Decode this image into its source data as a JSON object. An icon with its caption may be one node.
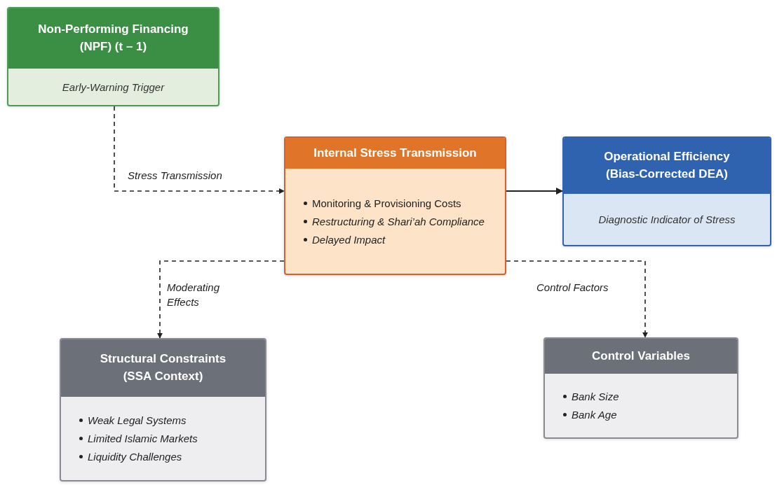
{
  "diagram": {
    "nodes": [
      {
        "text": [
          "Non-Performing Financing (NPF) (t – 1)",
          "Early-Warning Trigger"
        ]
      },
      {
        "text": [
          "Internal Stress Transmission",
          "Monitoring & Provisioning Costs",
          "Restructuring & Shari’ah Compliance",
          "Delayed Impact"
        ]
      },
      {
        "text": [
          "Operational Efficiency (Bias-Corrected DEA)",
          "Diagnostic Indicator of Stress"
        ]
      },
      {
        "text": [
          "Structural Constraints (SSA Context)",
          "Weak Legal Systems",
          "Limited Islamic Markets",
          "Liquidity Challenges"
        ]
      },
      {
        "text": [
          "Control Variables",
          "Bank Size",
          "Bank Age"
        ]
      }
    ],
    "edges": [
      {
        "from": 0,
        "to": 1,
        "arrow": "to",
        "style": "dashed",
        "label": "Stress Transmission"
      },
      {
        "from": 1,
        "to": 2,
        "arrow": "to"
      },
      {
        "from": 1,
        "to": 3,
        "arrow": "to",
        "style": "dashed",
        "label": "Moderating Effects"
      },
      {
        "from": 1,
        "to": 4,
        "arrow": "to",
        "style": "dashed",
        "label": "Control Factors"
      }
    ]
  }
}
